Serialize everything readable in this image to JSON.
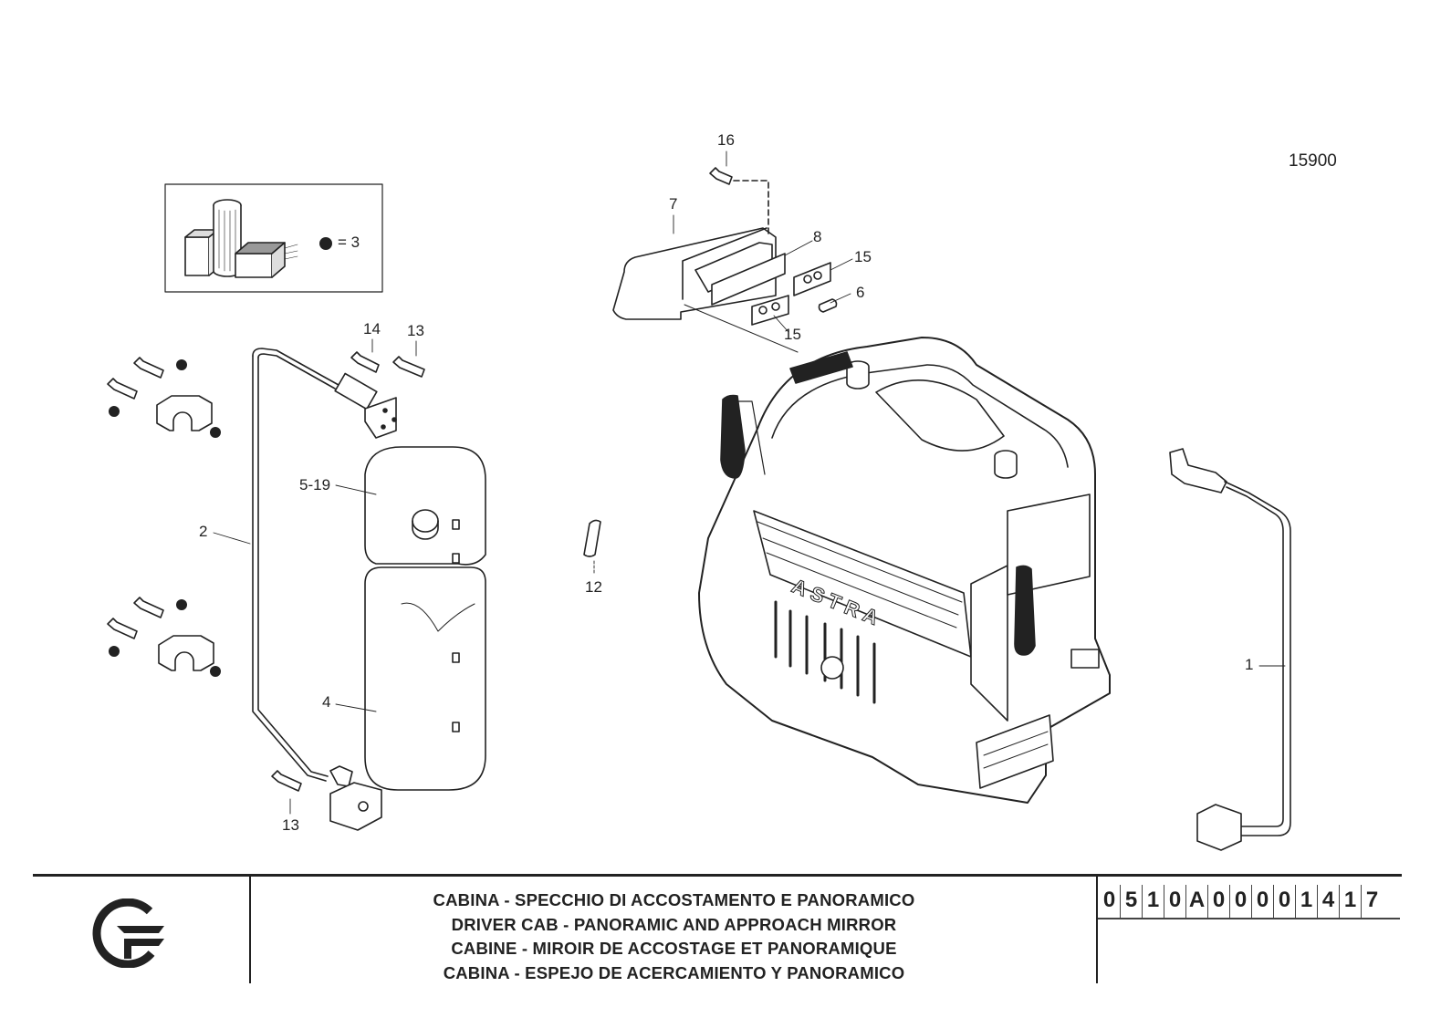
{
  "reference_number": "15900",
  "legend": {
    "symbol_text": "= 3"
  },
  "callouts": {
    "c16": "16",
    "c7": "7",
    "c8": "8",
    "c15a": "15",
    "c6": "6",
    "c15b": "15",
    "c14": "14",
    "c13a": "13",
    "c519": "5-19",
    "c2": "2",
    "c4": "4",
    "c13b": "13",
    "c12": "12",
    "c1": "1"
  },
  "cab_badge": "ASTRA",
  "title_block": {
    "lines": [
      "CABINA - SPECCHIO DI ACCOSTAMENTO E PANORAMICO",
      "DRIVER CAB - PANORAMIC AND APPROACH MIRROR",
      "CABINE - MIROIR DE ACCOSTAGE ET PANORAMIQUE",
      "CABINA - ESPEJO DE ACERCAMIENTO Y PANORAMICO"
    ],
    "code_digits": [
      "0",
      "5",
      "1",
      "0",
      "A",
      "0",
      "0",
      "0",
      "0",
      "1",
      "4",
      "1",
      "7"
    ]
  }
}
